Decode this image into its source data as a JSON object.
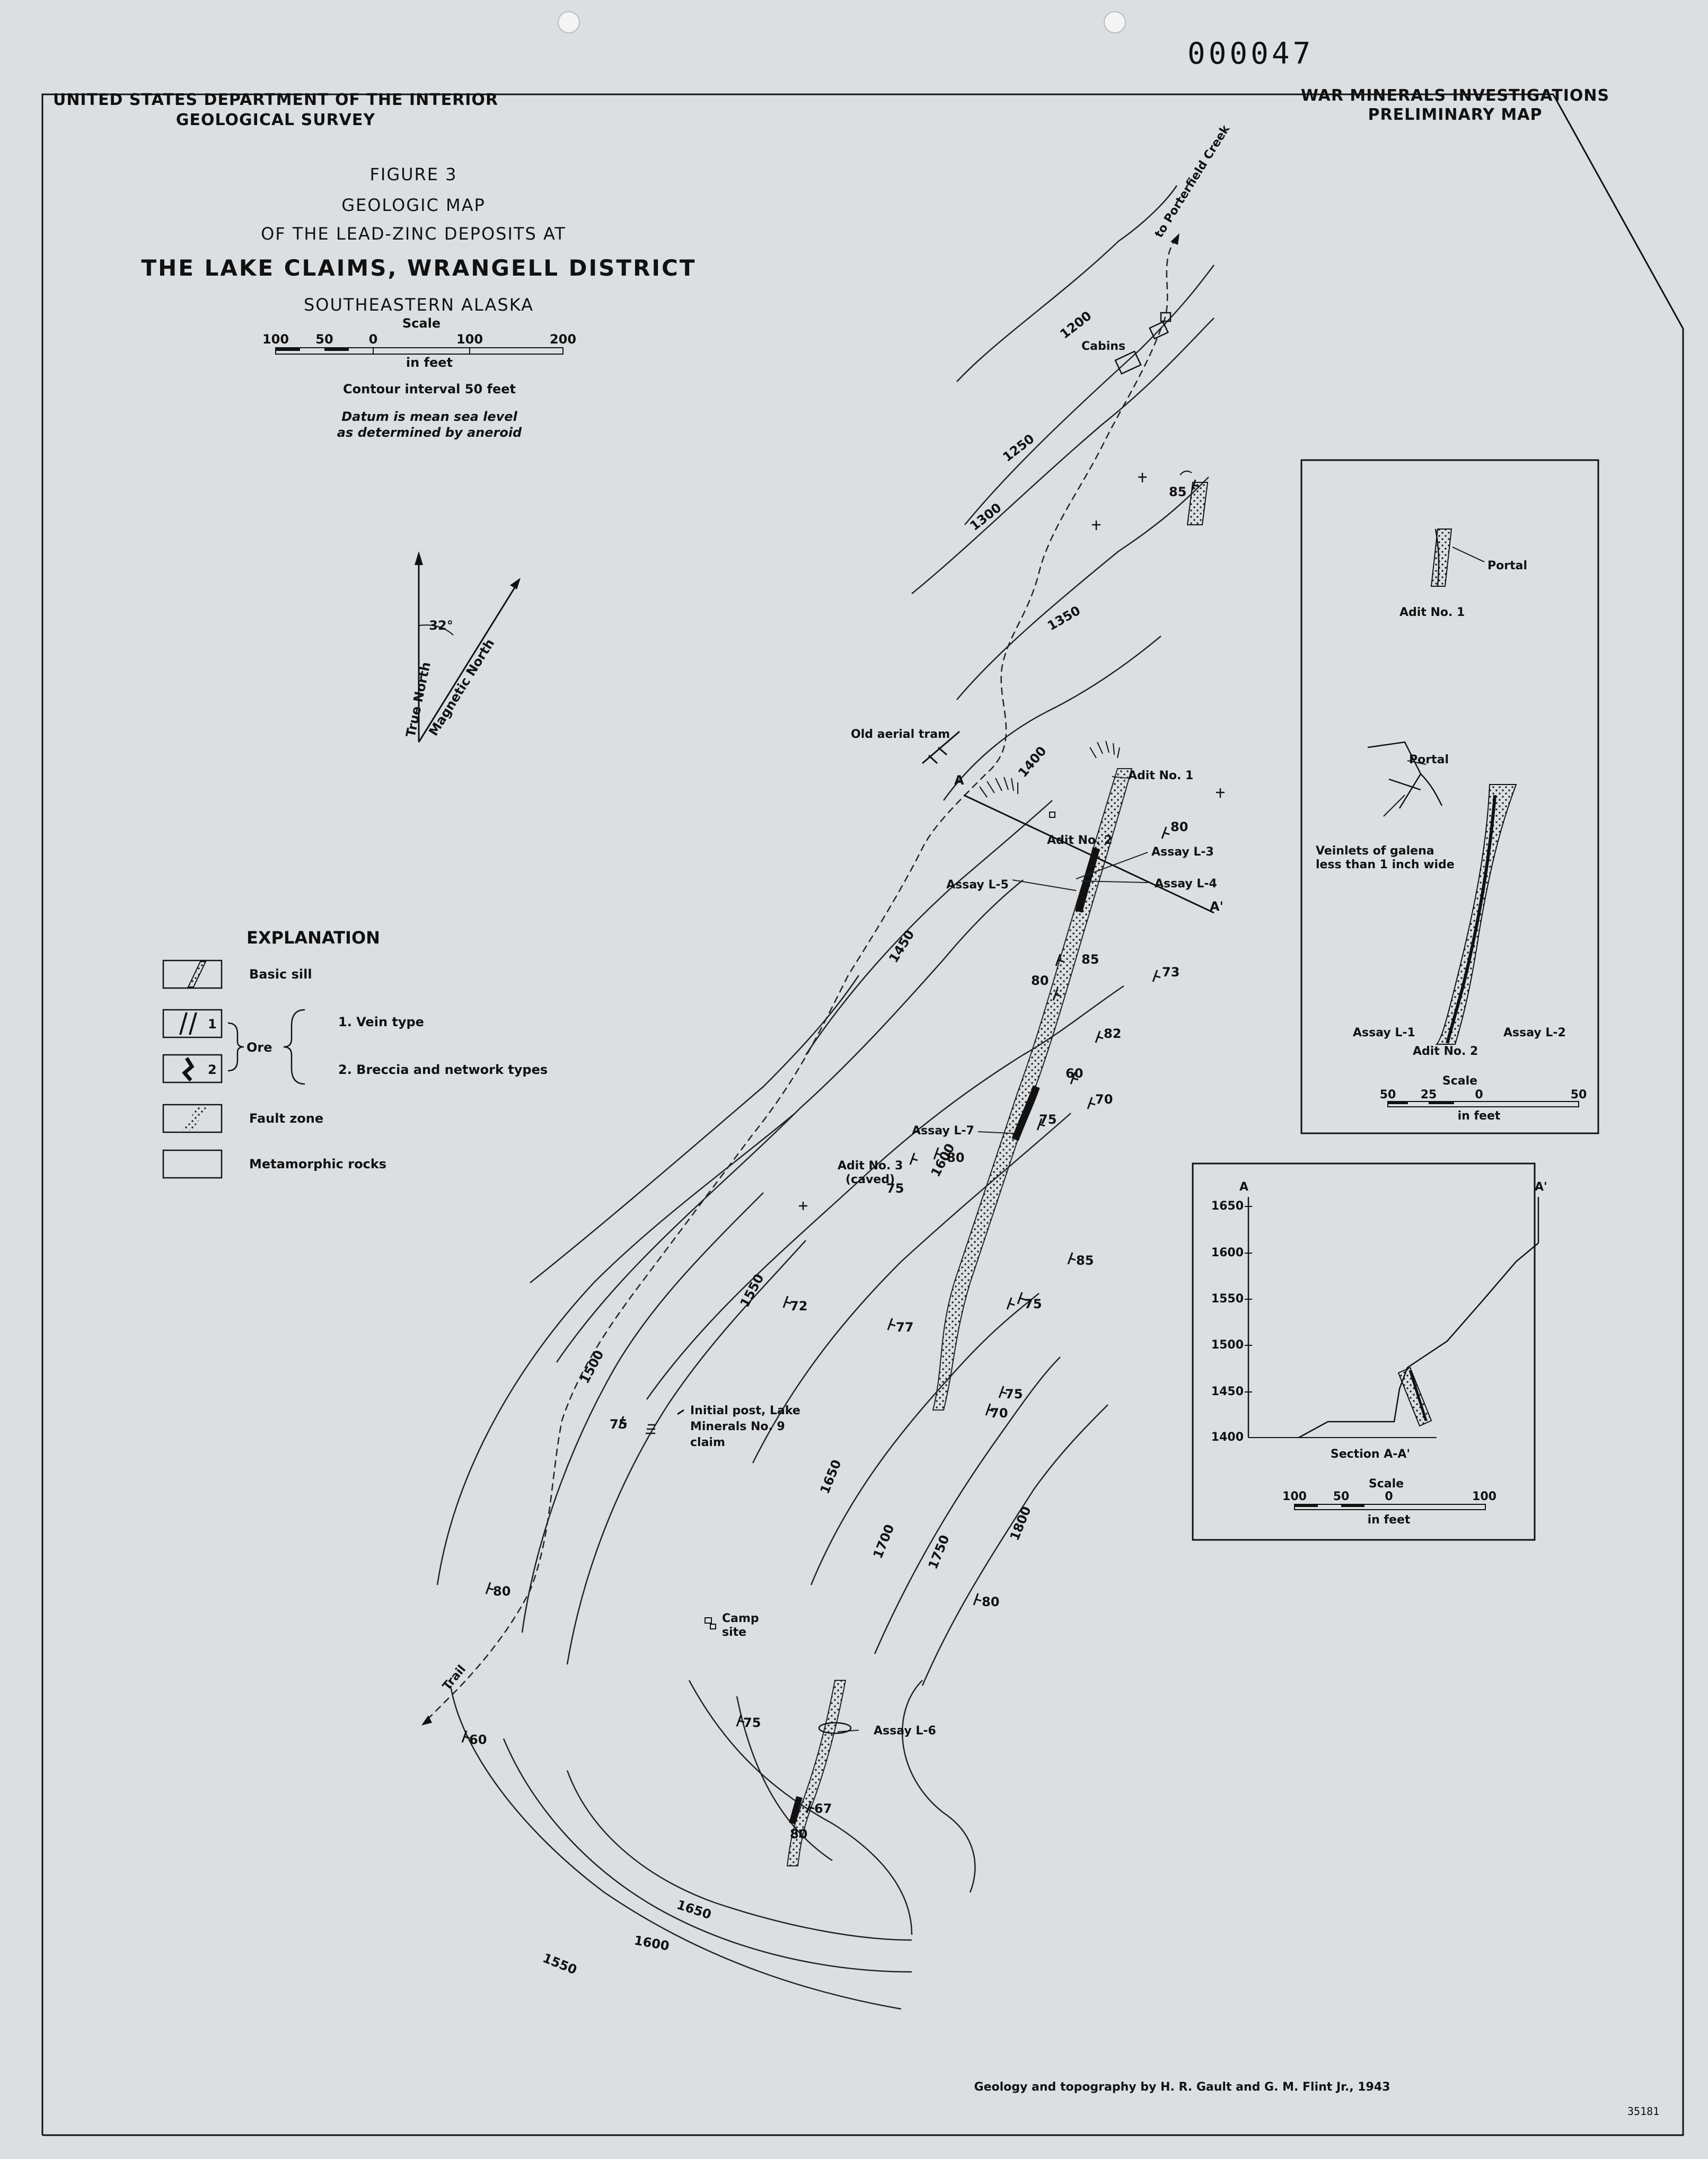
{
  "doc_number": "000047",
  "header_left": [
    "UNITED STATES DEPARTMENT OF THE INTERIOR",
    "GEOLOGICAL SURVEY"
  ],
  "header_right": [
    "WAR MINERALS INVESTIGATIONS",
    "PRELIMINARY MAP"
  ],
  "title": {
    "figure": "FIGURE 3",
    "line1": "GEOLOGIC MAP",
    "line2": "OF THE LEAD-ZINC DEPOSITS AT",
    "main": "THE LAKE CLAIMS, WRANGELL DISTRICT",
    "region": "SOUTHEASTERN ALASKA"
  },
  "scale": {
    "label": "Scale",
    "ticks": [
      "100",
      "50",
      "0",
      "100",
      "200"
    ],
    "unit": "in feet",
    "contour_interval": "Contour interval 50 feet",
    "datum_1": "Datum is mean sea level",
    "datum_2": "as determined by aneroid"
  },
  "north_arrow": {
    "true_north": "True North",
    "magnetic_north": "Magnetic North",
    "declination": "32°"
  },
  "explanation": {
    "heading": "EXPLANATION",
    "basic_sill": "Basic sill",
    "ore_num1": "1",
    "ore_num2": "2",
    "ore": "Ore",
    "vein_type": "1. Vein type",
    "breccia_type": "2. Breccia and network types",
    "fault_zone": "Fault zone",
    "metamorphic": "Metamorphic rocks"
  },
  "map_labels": {
    "to_porterfield": "to Porterfield Creek",
    "cabins": "Cabins",
    "old_aerial_tram": "Old aerial tram",
    "adit1": "Adit No. 1",
    "adit2": "Adit No. 2",
    "assay_l3": "Assay L-3",
    "assay_l4": "Assay L-4",
    "assay_l5": "Assay L-5",
    "assay_l7": "Assay L-7",
    "assay_l6": "Assay L-6",
    "adit3": "Adit No. 3",
    "caved": "(caved)",
    "section_a": "A",
    "section_a_prime": "A'",
    "initial_post_1": "Initial post, Lake",
    "initial_post_2": "Minerals No. 9",
    "initial_post_3": "claim",
    "camp_site_1": "Camp",
    "camp_site_2": "site",
    "trail": "Trail"
  },
  "contours": [
    "1200",
    "1250",
    "1300",
    "1350",
    "1400",
    "1450",
    "1500",
    "1550",
    "1600",
    "1650",
    "1700",
    "1750",
    "1800",
    "1650",
    "1600",
    "1550"
  ],
  "dips": [
    "85",
    "80",
    "85",
    "73",
    "80",
    "82",
    "60",
    "70",
    "75",
    "80",
    "75",
    "72",
    "77",
    "75",
    "85",
    "75",
    "70",
    "75",
    "80",
    "80",
    "60",
    "75",
    "67",
    "80"
  ],
  "inset_plan": {
    "portal_1": "Portal",
    "adit1": "Adit No. 1",
    "portal_2": "Portal",
    "veinlets_1": "Veinlets of galena",
    "veinlets_2": "less than 1 inch wide",
    "assay_l1": "Assay L-1",
    "assay_l2": "Assay L-2",
    "adit2": "Adit No. 2",
    "scale_label": "Scale",
    "scale_ticks": [
      "50",
      "25",
      "0",
      "50"
    ],
    "scale_unit": "in feet"
  },
  "inset_section": {
    "a": "A",
    "a_prime": "A'",
    "elevations": [
      "1650",
      "1600",
      "1550",
      "1500",
      "1450",
      "1400"
    ],
    "title": "Section A-A'",
    "scale_label": "Scale",
    "scale_ticks": [
      "100",
      "50",
      "0",
      "100"
    ],
    "scale_unit": "in feet"
  },
  "credit": "Geology and topography by H. R. Gault and G. M. Flint Jr., 1943",
  "stamp": "35181"
}
